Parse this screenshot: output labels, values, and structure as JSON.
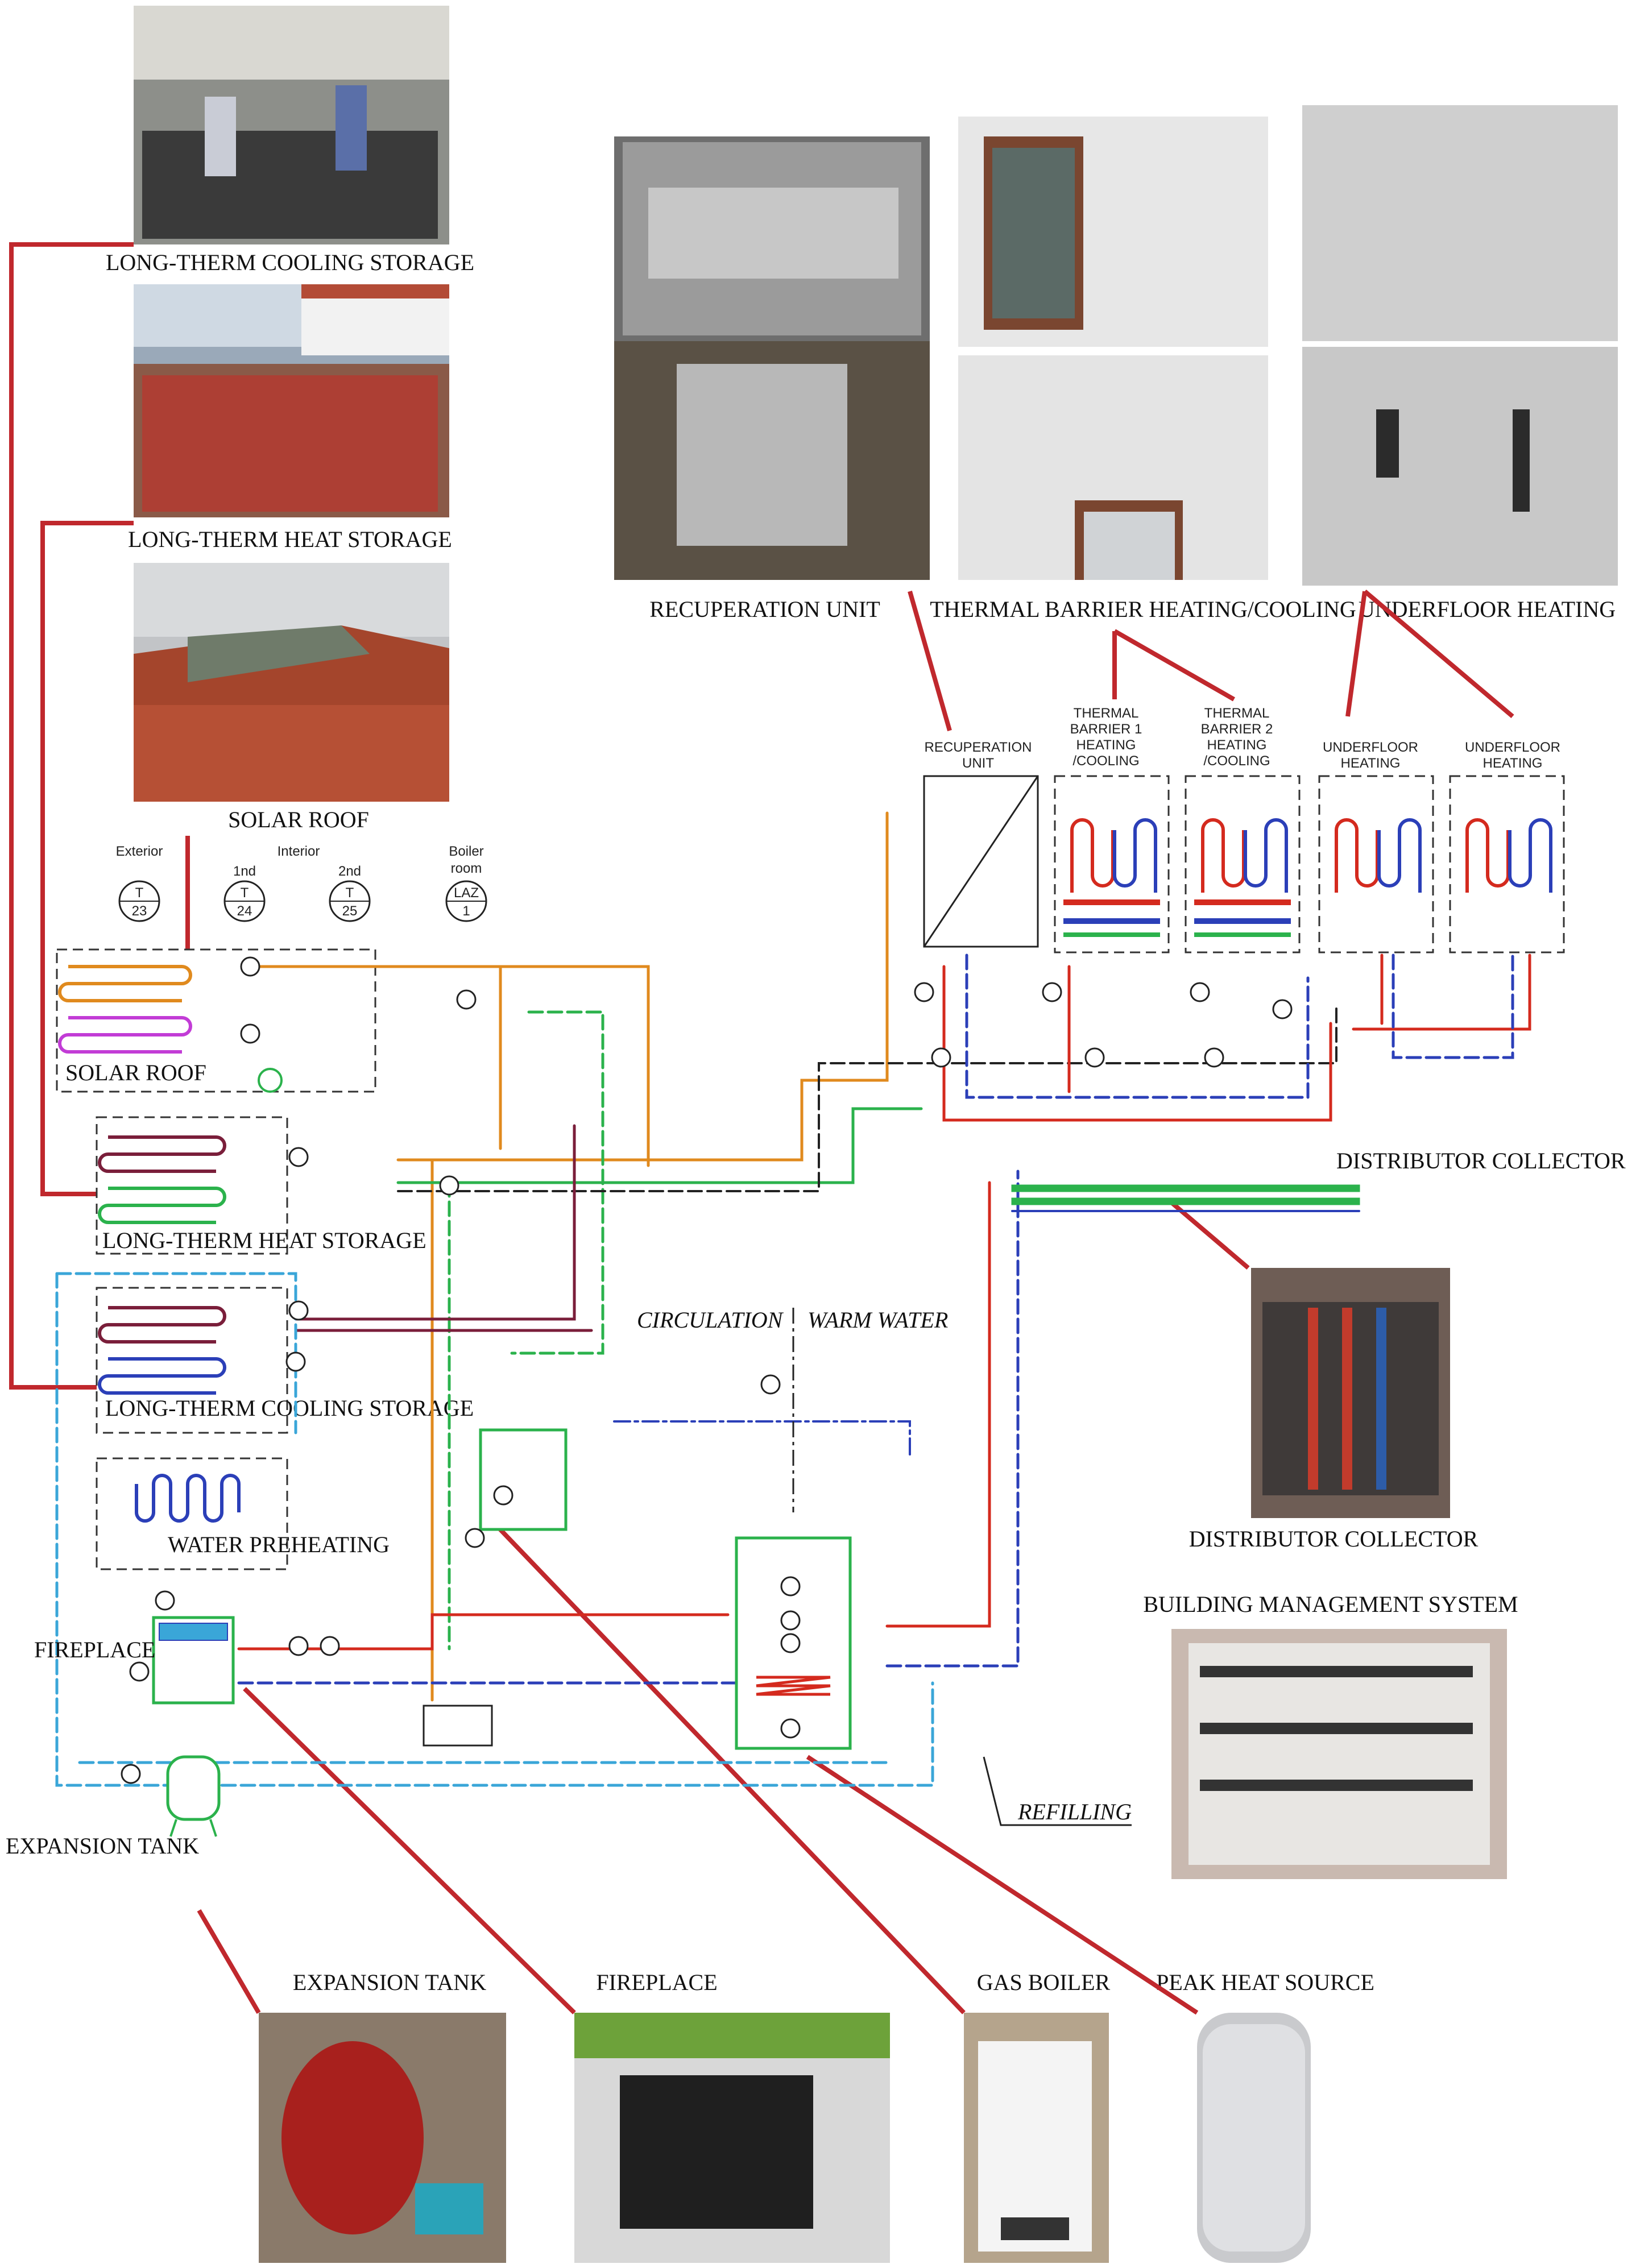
{
  "photo_labels": {
    "cooling_storage": "LONG-THERM COOLING STORAGE",
    "heat_storage": "LONG-THERM HEAT STORAGE",
    "solar_roof": "SOLAR ROOF",
    "recuperation": "RECUPERATION UNIT",
    "thermal_barrier": "THERMAL BARRIER HEATING/COOLING",
    "underfloor": "UNDERFLOOR HEATING",
    "distributor": "DISTRIBUTOR COLLECTOR",
    "bms": "BUILDING  MANAGEMENT  SYSTEM",
    "expansion_tank": "EXPANSION TANK",
    "fireplace": "FIREPLACE",
    "gas_boiler": "GAS BOILER",
    "peak_heat": "PEAK HEAT SOURCE"
  },
  "schematic": {
    "solar_roof": "SOLAR ROOF",
    "heat_storage": "LONG-THERM HEAT STORAGE",
    "cooling_storage": "LONG-THERM COOLING STORAGE",
    "water_preheating": "WATER PREHEATING",
    "fireplace": "FIREPLACE",
    "expansion_tank": "EXPANSION TANK",
    "distributor": "DISTRIBUTOR COLLECTOR",
    "circulation": "CIRCULATION",
    "warm_water": "WARM WATER",
    "refilling": "REFILLING",
    "recuperation_lines": [
      "RECUPERATION",
      "UNIT"
    ],
    "barrier1_lines": [
      "THERMAL",
      "BARRIER 1",
      "HEATING",
      "/COOLING"
    ],
    "barrier2_lines": [
      "THERMAL",
      "BARRIER 2",
      "HEATING",
      "/COOLING"
    ],
    "underfloor1_lines": [
      "UNDERFLOOR",
      "HEATING"
    ],
    "underfloor2_lines": [
      "UNDERFLOOR",
      "HEATING"
    ]
  },
  "sensors": {
    "headers": {
      "exterior": "Exterior",
      "interior": "Interior",
      "first": "1nd",
      "second": "2nd",
      "boiler": "Boiler",
      "room": "room"
    },
    "items": [
      {
        "top": "T",
        "bottom": "23"
      },
      {
        "top": "T",
        "bottom": "24"
      },
      {
        "top": "T",
        "bottom": "25"
      },
      {
        "top": "LAZ",
        "bottom": "1"
      }
    ]
  },
  "colors": {
    "leader_red": "#c0282d",
    "pipe_orange": "#e08a1e",
    "pipe_green": "#2bb24c",
    "pipe_blue": "#2b3fb8",
    "pipe_cyan": "#3aa6d8",
    "pipe_red": "#d42a1e",
    "pipe_black": "#222222",
    "pipe_magenta": "#c23cd6",
    "pipe_maroon": "#7a1e3a"
  }
}
